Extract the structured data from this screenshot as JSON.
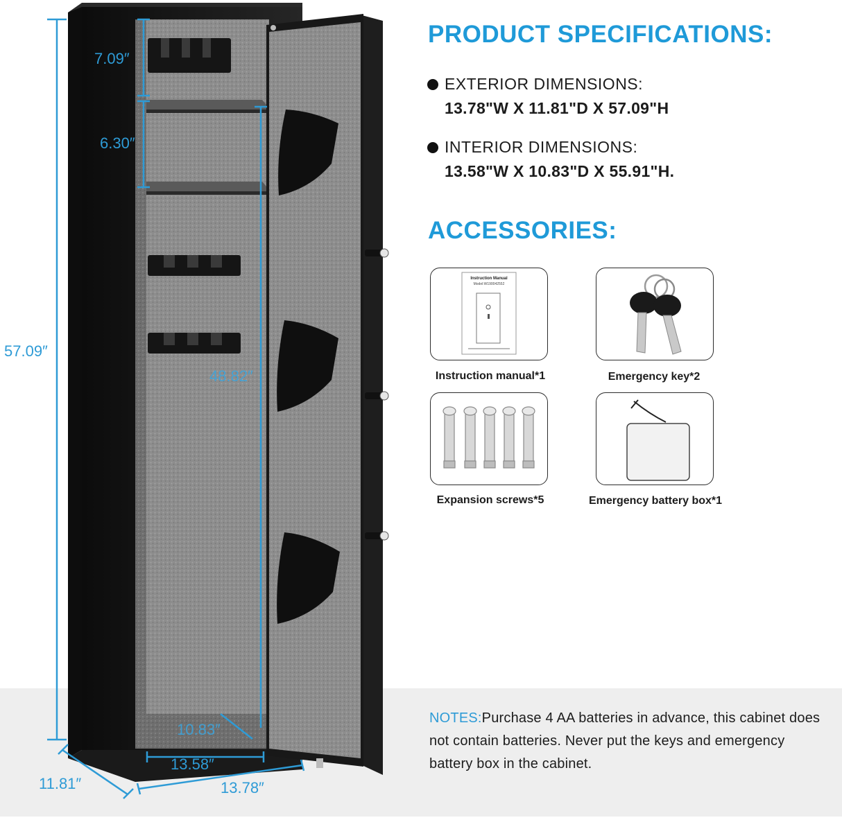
{
  "dimensions": {
    "top_section": "7.09″",
    "shelf_section": "6.30″",
    "interior_height": "48.82″",
    "exterior_height": "57.09″",
    "interior_depth": "10.83″",
    "interior_width": "13.58″",
    "exterior_depth": "11.81″",
    "exterior_width": "13.78″"
  },
  "specs": {
    "title": "PRODUCT SPECIFICATIONS:",
    "exterior_label": "EXTERIOR DIMENSIONS:",
    "exterior_value": "13.78\"W X 11.81\"D X 57.09\"H",
    "interior_label": "INTERIOR DIMENSIONS:",
    "interior_value": "13.58\"W X 10.83\"D X 55.91\"H."
  },
  "accessories": {
    "title": "ACCESSORIES:",
    "items": [
      {
        "label": "Instruction manual*1",
        "icon": "instruction-manual-icon"
      },
      {
        "label": "Emergency key*2",
        "icon": "emergency-key-icon"
      },
      {
        "label": "Expansion screws*5",
        "icon": "expansion-screws-icon"
      },
      {
        "label": "Emergency battery box*1",
        "icon": "battery-box-icon"
      }
    ],
    "manual_title": "Instruction Manual",
    "manual_model": "Model:W190042552"
  },
  "notes": {
    "key": "NOTES:",
    "text": "Purchase 4 AA batteries in advance, this cabinet does not contain batteries. Never put the keys and emergency battery box in the cabinet."
  },
  "colors": {
    "accent": "#1f9ad8",
    "safe_body": "#141414",
    "felt": "#8a8a8a"
  }
}
